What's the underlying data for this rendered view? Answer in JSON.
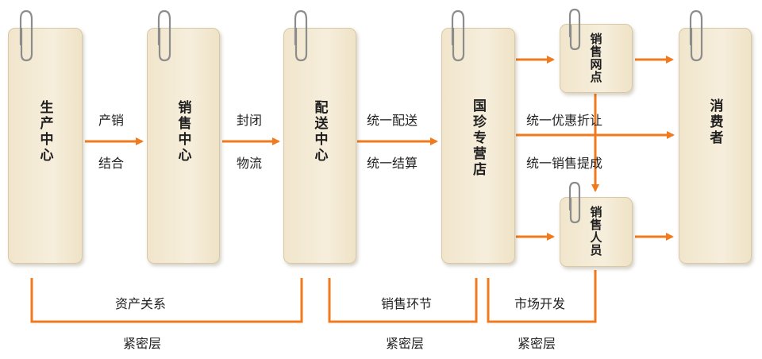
{
  "nodes": {
    "production_center": "生产中心",
    "sales_center": "销售中心",
    "distribution_center": "配送中心",
    "guozhen_store": "国珍专营店",
    "sales_outlet": "销售网点",
    "consumer": "消费者",
    "salesperson": "销售人员"
  },
  "edges": {
    "prod_sales_1": "产销",
    "prod_sales_2": "结合",
    "closed_1": "封闭",
    "closed_2": "物流",
    "unified_delivery": "统一配送",
    "unified_settlement": "统一结算",
    "unified_discount": "统一优惠折让",
    "unified_commission": "统一销售提成"
  },
  "brackets": {
    "asset_relation": "资产关系",
    "tight_layer_1": "紧密层",
    "sales_link": "销售环节",
    "tight_layer_2": "紧密层",
    "market_dev": "市场开发",
    "tight_layer_3": "紧密层"
  },
  "colors": {
    "arrow": "#f07a1d",
    "card": "#f3e9d2",
    "card_border": "#d7c9a7",
    "clip": "#8c8c8c"
  }
}
